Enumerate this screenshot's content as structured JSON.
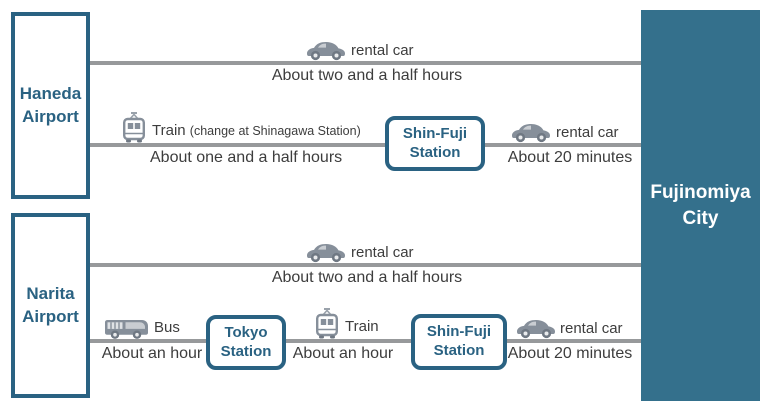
{
  "palette": {
    "teal_border_text": "#2a6282",
    "teal_fill": "#34708c",
    "route_line": "#97999b",
    "icon_gray": "#868f9a",
    "icon_dark": "#6f7883",
    "label_text": "#3d3d3d"
  },
  "endpoints": {
    "haneda": "Haneda\nAirport",
    "narita": "Narita\nAirport",
    "destination": "Fujinomiya\nCity"
  },
  "stations": {
    "shinfuji_top": "Shin-Fuji\nStation",
    "tokyo": "Tokyo\nStation",
    "shinfuji_bottom": "Shin-Fuji\nStation"
  },
  "icons": {
    "car": "rental-car-icon",
    "train": "train-icon",
    "bus": "bus-icon"
  },
  "routes": {
    "haneda_car": {
      "mode": "rental car",
      "duration": "About two and a half hours"
    },
    "haneda_train": {
      "mode": "Train",
      "mode_note": "(change at Shinagawa Station)",
      "duration": "About one and a half hours",
      "car_mode": "rental car",
      "car_duration": "About 20 minutes"
    },
    "narita_car": {
      "mode": "rental car",
      "duration": "About two and a half hours"
    },
    "narita_bus_train": {
      "bus_mode": "Bus",
      "bus_duration": "About an hour",
      "train_mode": "Train",
      "train_duration": "About an hour",
      "car_mode": "rental car",
      "car_duration": "About 20 minutes"
    }
  }
}
